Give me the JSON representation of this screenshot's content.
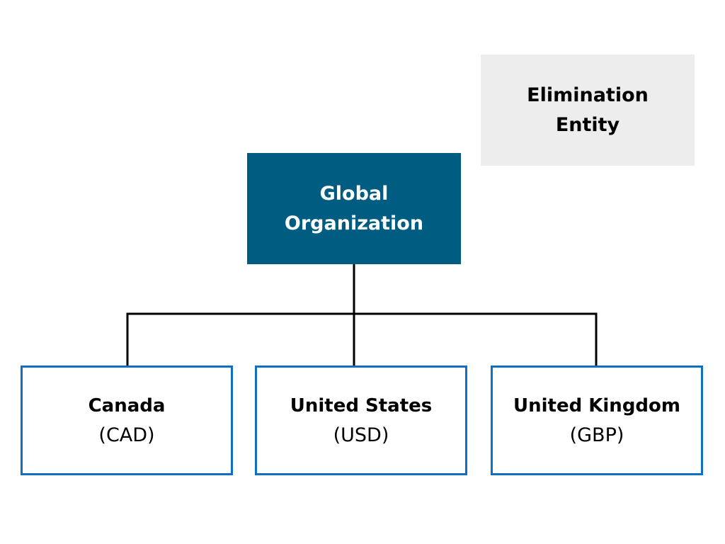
{
  "elimination": {
    "title": "Elimination Entity"
  },
  "root": {
    "title": "Global Organization"
  },
  "children": [
    {
      "title": "Canada",
      "currency": "(CAD)"
    },
    {
      "title": "United States",
      "currency": "(USD)"
    },
    {
      "title": "United Kingdom",
      "currency": "(GBP)"
    }
  ],
  "colors": {
    "root_fill": "#005c80",
    "elimination_fill": "#ededed",
    "child_border": "#0e6fc5",
    "connector": "#000000"
  }
}
